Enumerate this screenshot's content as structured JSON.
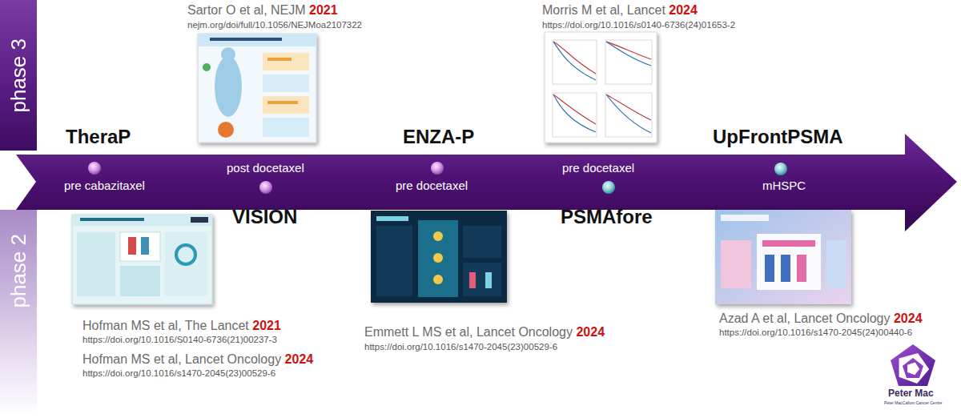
{
  "diagram": {
    "nodes": [
      {
        "text": [
          "phase 3"
        ]
      },
      {
        "text": [
          "pre cabazitaxel",
          "post docetaxel",
          "pre docetaxel",
          "pre docetaxel",
          "mHSPC"
        ]
      },
      {
        "text": [
          "phase 2"
        ]
      }
    ],
    "labels": [
      "Sartor O et al, NEJM",
      "2021",
      "nejm.org/doi/full/10.1056/NEJMoa2107322",
      "Morris M et al, Lancet",
      "2024",
      "https://doi.org/10.1016/s0140-6736(24)01653-2",
      "TheraP",
      "ENZA-P",
      "UpFrontPSMA",
      "VISION",
      "PSMAfore",
      "Hofman MS et al, The Lancet",
      "2021",
      "https://doi.org/10.1016/S0140-6736(21)00237-3",
      "Hofman MS et al, Lancet Oncology",
      "2024",
      "https://doi.org/10.1016/s1470-2045(23)00529-6",
      "Emmett L MS et al, Lancet Oncology",
      "2024",
      "https://doi.org/10.1016/s1470-2045(23)00529-6",
      "Azad A et al, Lancet Oncology",
      "2024",
      "https://doi.org/10.1016/s1470-2045(24)00440-6",
      "Peter Mac",
      "Peter MacCallum Cancer Centre"
    ]
  }
}
